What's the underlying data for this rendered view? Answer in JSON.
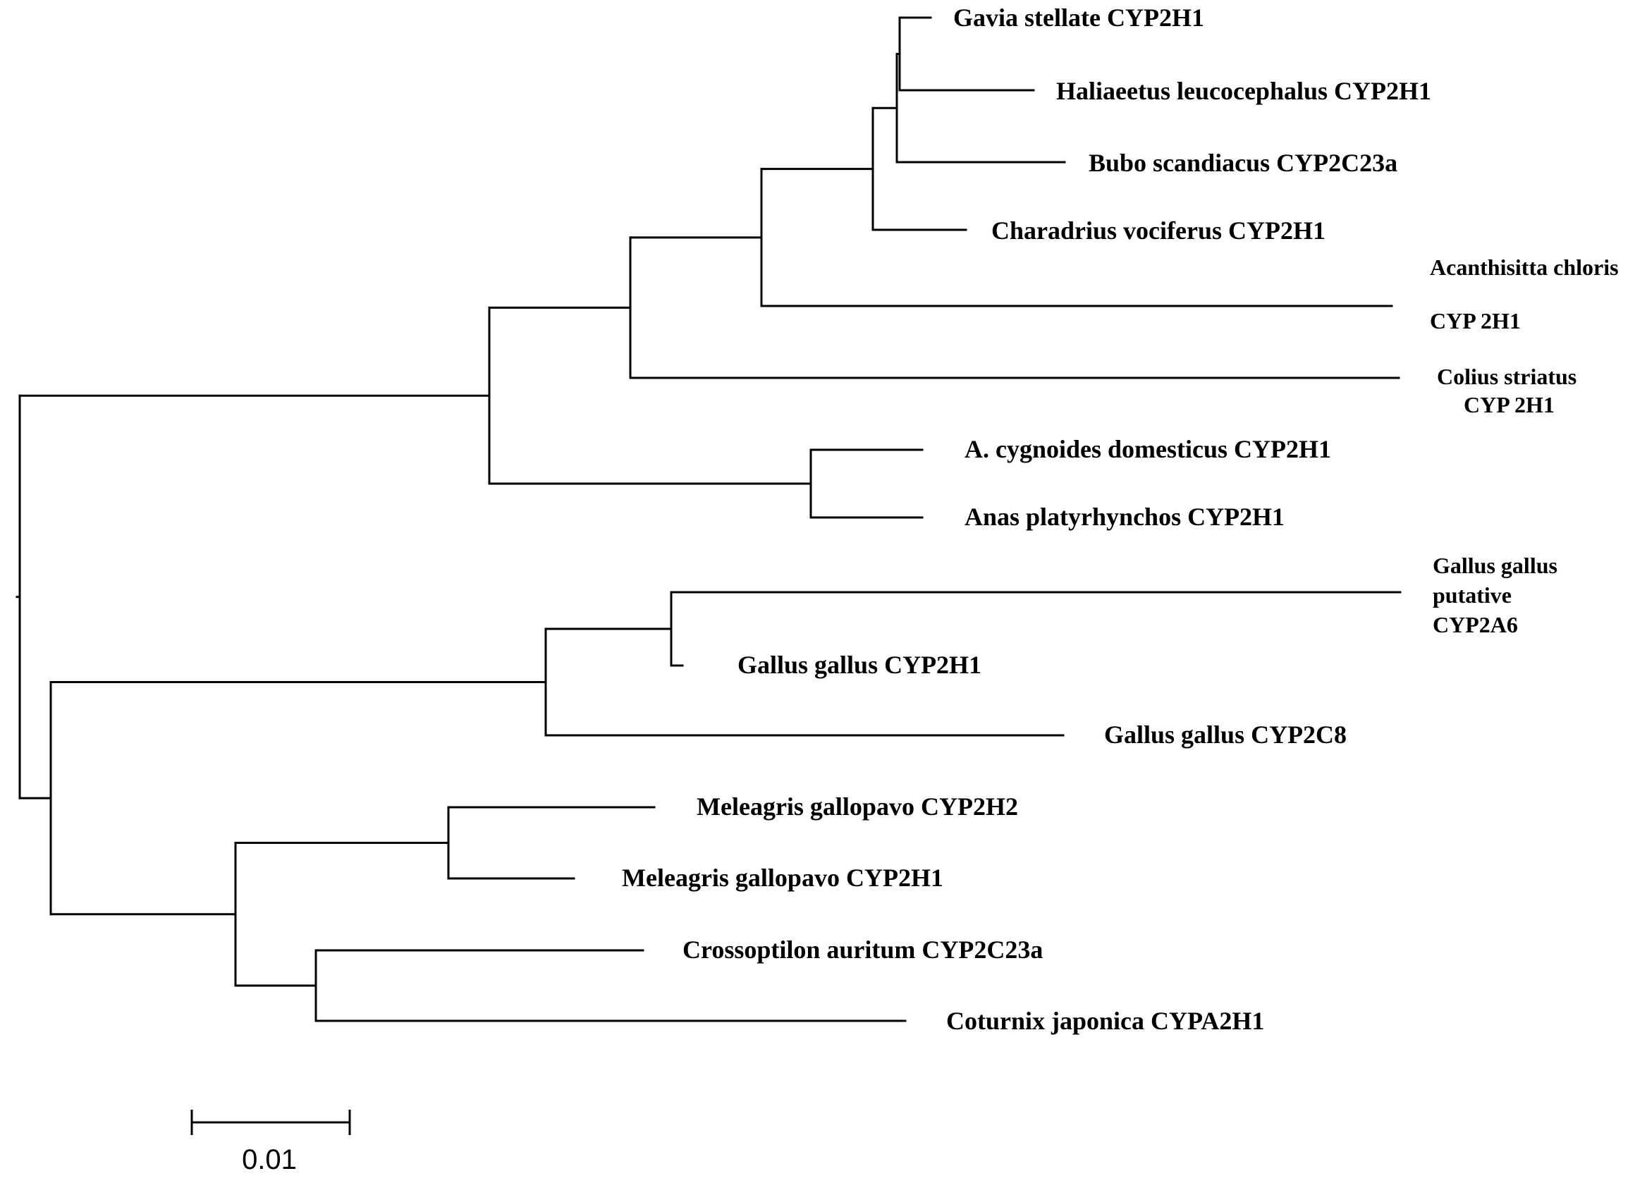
{
  "figure": {
    "type": "phylogenetic-tree"
  },
  "taxa": [
    {
      "id": "gavia",
      "lines": [
        "Gavia stellate CYP2H1"
      ]
    },
    {
      "id": "haliaeetus",
      "lines": [
        "Haliaeetus leucocephalus CYP2H1"
      ]
    },
    {
      "id": "bubo",
      "lines": [
        "Bubo scandiacus CYP2C23a"
      ]
    },
    {
      "id": "charadrius",
      "lines": [
        "Charadrius vociferus CYP2H1"
      ]
    },
    {
      "id": "acanthisitta",
      "lines": [
        "Acanthisitta chloris",
        "CYP 2H1"
      ]
    },
    {
      "id": "colius",
      "lines": [
        "Colius striatus",
        "CYP 2H1"
      ]
    },
    {
      "id": "anser",
      "lines": [
        "A. cygnoides domesticus CYP2H1"
      ]
    },
    {
      "id": "anas",
      "lines": [
        "Anas platyrhynchos CYP2H1"
      ]
    },
    {
      "id": "gallus-a6",
      "lines": [
        "Gallus gallus",
        "putative",
        "CYP2A6"
      ]
    },
    {
      "id": "gallus-h1",
      "lines": [
        "Gallus gallus CYP2H1"
      ]
    },
    {
      "id": "gallus-c8",
      "lines": [
        "Gallus gallus CYP2C8"
      ]
    },
    {
      "id": "meleagris-h2",
      "lines": [
        "Meleagris gallopavo CYP2H2"
      ]
    },
    {
      "id": "meleagris-h1",
      "lines": [
        "Meleagris gallopavo CYP2H1"
      ]
    },
    {
      "id": "crossoptilon",
      "lines": [
        "Crossoptilon auritum CYP2C23a"
      ]
    },
    {
      "id": "coturnix",
      "lines": [
        "Coturnix japonica CYPA2H1"
      ]
    }
  ],
  "scale_bar": {
    "label": "0.01",
    "value": 0.01
  }
}
